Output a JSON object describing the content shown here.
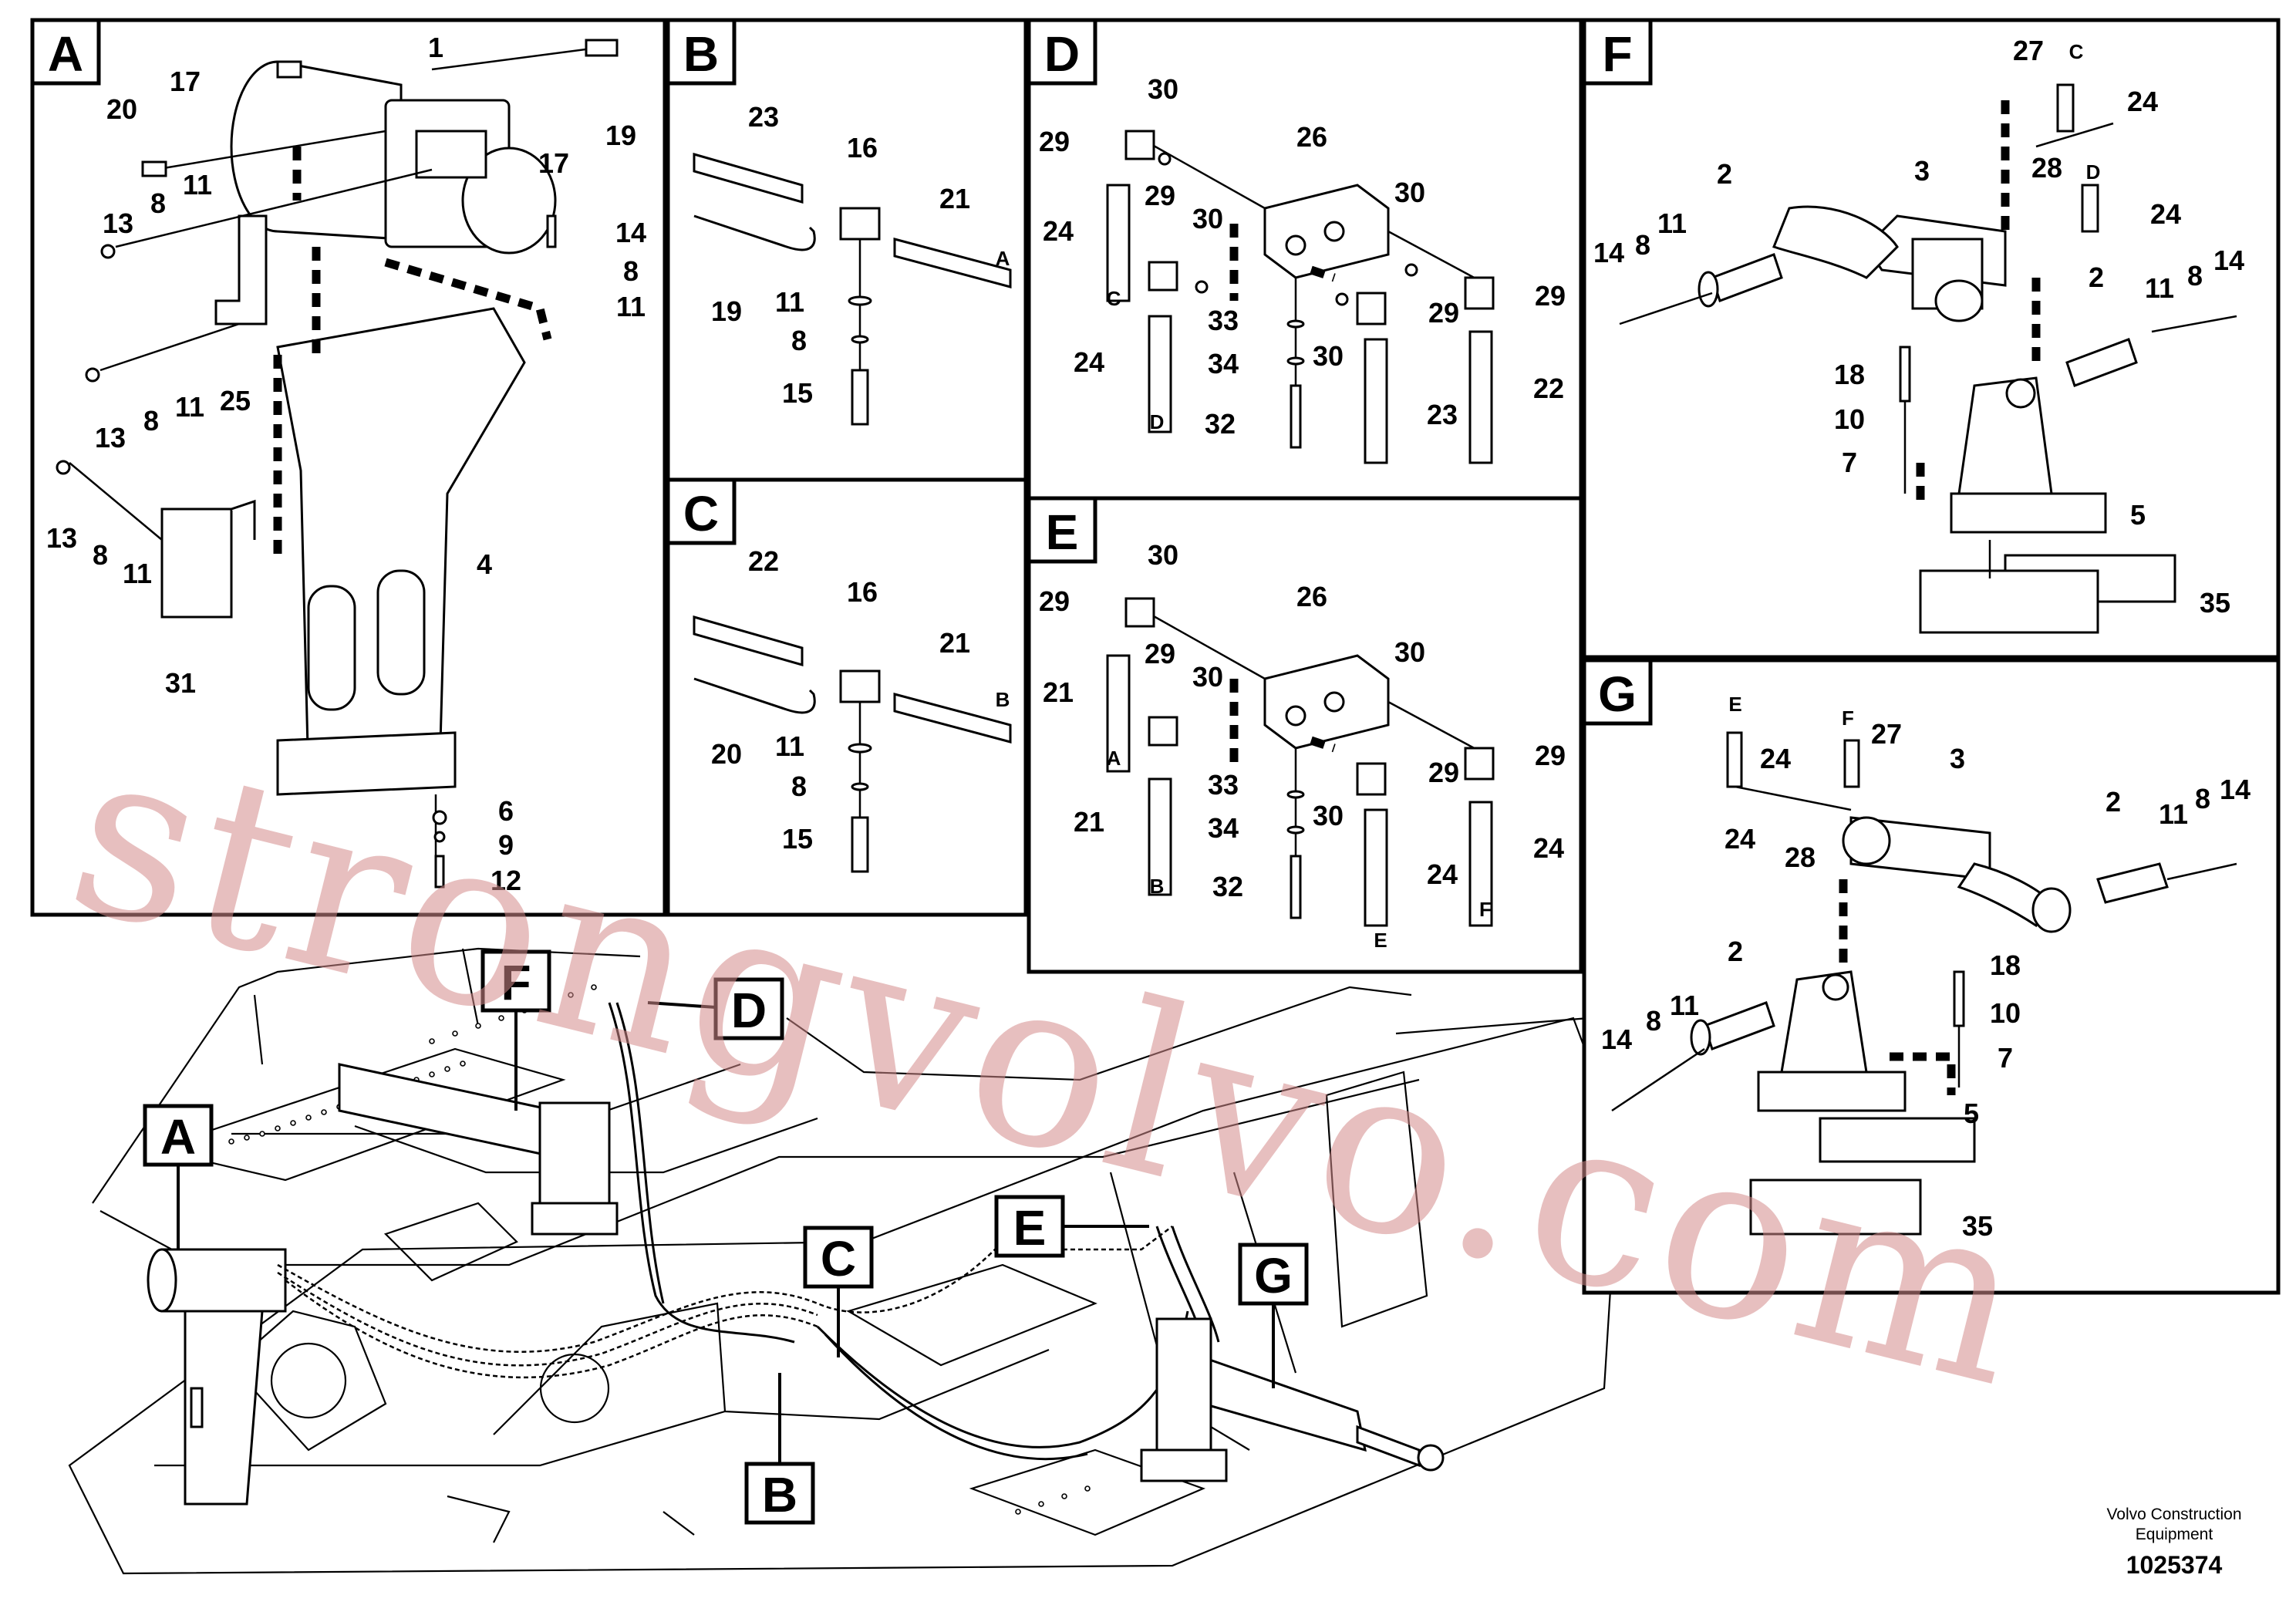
{
  "panels": [
    "A",
    "B",
    "C",
    "D",
    "E",
    "F",
    "G"
  ],
  "scene_callouts": [
    "A",
    "B",
    "C",
    "D",
    "E",
    "F",
    "G"
  ],
  "callouts": {
    "A": [
      "1",
      "20",
      "17",
      "17",
      "19",
      "13",
      "8",
      "11",
      "14",
      "8",
      "11",
      "13",
      "8",
      "11",
      "25",
      "13",
      "8",
      "11",
      "31",
      "4",
      "6",
      "9",
      "12"
    ],
    "B": [
      "23",
      "16",
      "21",
      "19",
      "A",
      "11",
      "8",
      "15"
    ],
    "C": [
      "22",
      "16",
      "21",
      "20",
      "B",
      "11",
      "8",
      "15"
    ],
    "D": [
      "30",
      "29",
      "26",
      "30",
      "29",
      "30",
      "24",
      "C",
      "33",
      "29",
      "29",
      "34",
      "30",
      "24",
      "D",
      "32",
      "23",
      "22"
    ],
    "E": [
      "30",
      "29",
      "26",
      "30",
      "29",
      "30",
      "21",
      "A",
      "33",
      "29",
      "29",
      "34",
      "30",
      "21",
      "B",
      "32",
      "24",
      "24",
      "E",
      "F"
    ],
    "F": [
      "27",
      "C",
      "24",
      "2",
      "3",
      "14",
      "8",
      "11",
      "28",
      "D",
      "24",
      "2",
      "11",
      "8",
      "14",
      "18",
      "10",
      "7",
      "5",
      "35"
    ],
    "G": [
      "E",
      "F",
      "24",
      "27",
      "3",
      "2",
      "11",
      "8",
      "14",
      "24",
      "28",
      "18",
      "2",
      "10",
      "14",
      "8",
      "11",
      "7",
      "5",
      "35"
    ]
  },
  "watermark": "strongvolvo.com",
  "footer": {
    "company_line1": "Volvo Construction",
    "company_line2": "Equipment",
    "doc_number": "1025374"
  }
}
